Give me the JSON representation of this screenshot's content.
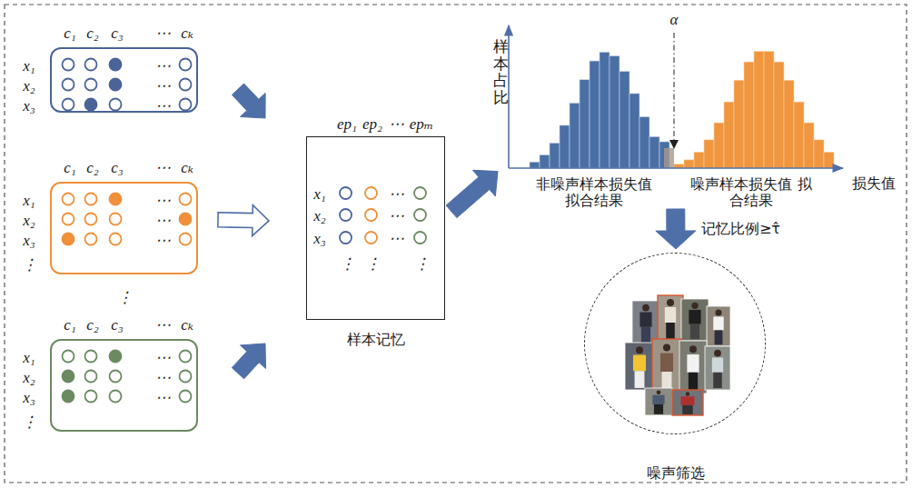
{
  "diagram": {
    "nodes": [
      {
        "text": [
          "c₁",
          "c₂",
          "c₃",
          "⋯",
          "cₖ",
          "x₁",
          "⋯",
          "x₂",
          "⋯",
          "x₃",
          "⋯"
        ]
      },
      {
        "text": [
          "c₁",
          "c₂",
          "c₃",
          "⋯",
          "cₖ",
          "x₁",
          "⋯",
          "x₂",
          "⋯",
          "x₃",
          "⋯",
          "⋮"
        ]
      },
      {
        "text": [
          "c₁",
          "c₂",
          "c₃",
          "⋯",
          "cₖ",
          "x₁",
          "⋯",
          "x₂",
          "⋯",
          "x₃",
          "⋯",
          "⋮"
        ]
      },
      {
        "text": [
          "ep₁",
          "ep₂",
          "⋯",
          "epₘ",
          "x₁",
          "⋯",
          "x₂",
          "⋯",
          "x₃",
          "⋯",
          "⋮",
          "⋮",
          "⋮",
          "样本记忆"
        ]
      },
      {
        "text": [
          "样本占比",
          "非噪声样本损失值 拟合结果",
          "噪声样本损失值 拟合结果",
          "损失值",
          "α"
        ]
      },
      {
        "text": [
          "噪声筛选"
        ]
      }
    ],
    "edges": [
      {
        "from": 0,
        "to": 3,
        "arrow": "to"
      },
      {
        "from": 1,
        "to": 3,
        "arrow": "to"
      },
      {
        "from": 2,
        "to": 3,
        "arrow": "to"
      },
      {
        "from": 3,
        "to": 4,
        "arrow": "to"
      },
      {
        "from": 4,
        "to": 5,
        "label": "记忆比例≥τ̂",
        "arrow": "to"
      }
    ],
    "labels": [
      "⋮"
    ]
  }
}
